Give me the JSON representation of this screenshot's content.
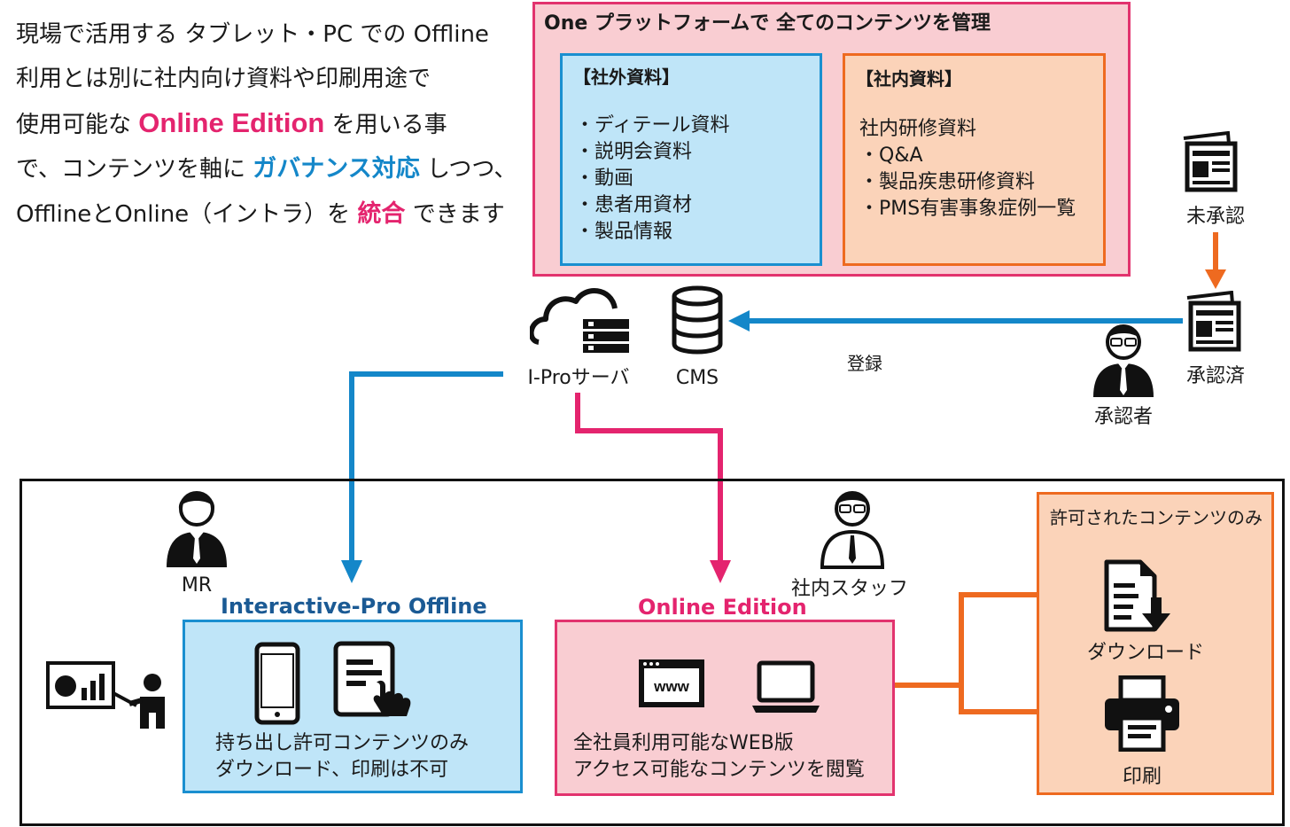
{
  "intro": {
    "line1": "現場で活用する タブレット・PC での Offline",
    "line2": "利用とは別に社内向け資料や印刷用途で",
    "line3_pre": "使用可能な ",
    "line3_hl": "Online  Edition",
    "line3_post": " を用いる事",
    "line4_pre": "で、コンテンツを軸に ",
    "line4_hl": "ガバナンス対応",
    "line4_post": " しつつ、",
    "line5_pre": "OfflineとOnline（イントラ）を ",
    "line5_hl": "統合",
    "line5_post": " できます"
  },
  "platform": {
    "title": "One プラットフォームで 全てのコンテンツを管理",
    "external": {
      "heading": "【社外資料】",
      "items": [
        "・ディテール資料",
        "・説明会資料",
        "・動画",
        "・患者用資材",
        "・製品情報"
      ]
    },
    "internal": {
      "heading": "【社内資料】",
      "items": [
        "社内研修資料",
        "・Q&A",
        "・製品疾患研修資料",
        "・PMS有害事象症例一覧"
      ]
    }
  },
  "nodes": {
    "server": "I-Proサーバ",
    "cms": "CMS",
    "register": "登録",
    "unapproved": "未承認",
    "approved": "承認済",
    "approver": "承認者",
    "mr": "MR",
    "staff": "社内スタッフ"
  },
  "offline": {
    "title": "Interactive-Pro Offline",
    "caption1": "持ち出し許可コンテンツのみ",
    "caption2": "ダウンロード、印刷は不可"
  },
  "online": {
    "title": "Online Edition",
    "caption1": "全社員利用可能なWEB版",
    "caption2": "アクセス可能なコンテンツを閲覧",
    "www": "www"
  },
  "permitted": {
    "title": "許可されたコンテンツのみ",
    "download": "ダウンロード",
    "print": "印刷"
  },
  "colors": {
    "blue": "#1487c9",
    "pink": "#e4246e",
    "orange": "#ee6a20"
  }
}
